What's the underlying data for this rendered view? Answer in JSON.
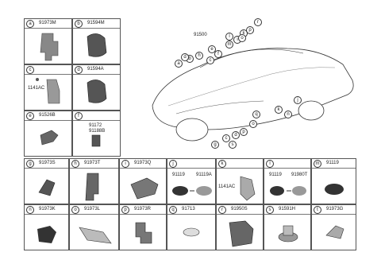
{
  "main_part": "91500",
  "cells": [
    {
      "letter": "a",
      "part": "91973M"
    },
    {
      "letter": "b",
      "part": "91594M"
    },
    {
      "letter": "c",
      "part": "",
      "sub": "1141AC"
    },
    {
      "letter": "d",
      "part": "91594A"
    },
    {
      "letter": "e",
      "part": "91526B"
    },
    {
      "letter": "f",
      "part": "91172",
      "part2": "91188B"
    },
    {
      "letter": "g",
      "part": "91973S"
    },
    {
      "letter": "h",
      "part": "91973T"
    },
    {
      "letter": "i",
      "part": "91973Q"
    },
    {
      "letter": "j",
      "part": "91119",
      "part2": "91119A"
    },
    {
      "letter": "k",
      "part": "",
      "sub": "1141AC"
    },
    {
      "letter": "l",
      "part": "91119",
      "part2": "91980T"
    },
    {
      "letter": "m",
      "part": "91119"
    },
    {
      "letter": "n",
      "part": "91973K"
    },
    {
      "letter": "o",
      "part": "91973L"
    },
    {
      "letter": "p",
      "part": "91973R"
    },
    {
      "letter": "q",
      "part": "91713"
    },
    {
      "letter": "r",
      "part": "91950S"
    },
    {
      "letter": "s",
      "part": "91591H"
    },
    {
      "letter": "t",
      "part": "91973G"
    }
  ],
  "callouts_top": [
    "l",
    "i",
    "m",
    "k",
    "r",
    "p",
    "o",
    "b",
    "h",
    "a",
    "d",
    "c",
    "f",
    "e"
  ],
  "callouts_bottom": [
    "g",
    "s",
    "o",
    "d",
    "c",
    "q",
    "p",
    "n",
    "j",
    "k"
  ]
}
